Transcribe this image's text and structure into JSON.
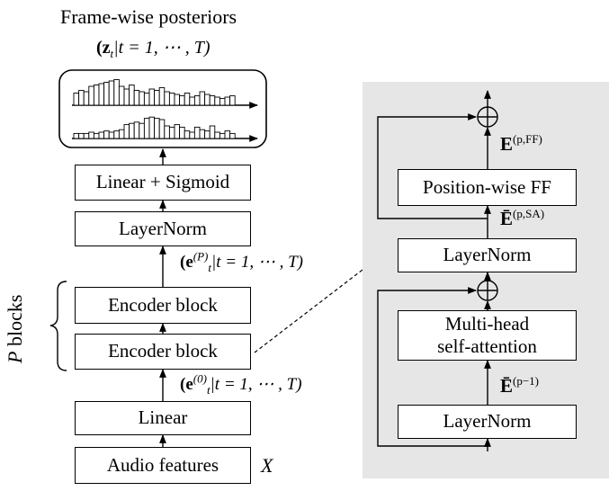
{
  "title": "Frame-wise posteriors",
  "left_column": {
    "posterior_label": {
      "a": "(z",
      "b": "t",
      "c": "|t = 1, ⋯ , T)"
    },
    "linear_sigmoid": "Linear + Sigmoid",
    "layernorm": "LayerNorm",
    "output_label": {
      "a": "(e",
      "sup": "(P)",
      "sub": "t",
      "b": "|t = 1, ⋯ , T)"
    },
    "encoder_block_top": "Encoder block",
    "encoder_block_bottom": "Encoder block",
    "p_blocks": {
      "var": "P",
      "text": " blocks"
    },
    "input_label": {
      "a": "(e",
      "sup": "(0)",
      "sub": "t",
      "b": "|t = 1, ⋯ , T)"
    },
    "linear": "Linear",
    "audio_features": "Audio features",
    "x_var": "X"
  },
  "encoder_detail": {
    "e_ff": {
      "base": "E",
      "sup": "(p,FF)"
    },
    "position_wise_ff": "Position-wise FF",
    "e_sa": {
      "base": "Ē",
      "sup": "(p,SA)"
    },
    "layernorm_top": "LayerNorm",
    "multi_head": "Multi-head",
    "self_attention": "self-attention",
    "e_prev": {
      "base": "Ē",
      "sup": "(p−1)"
    },
    "layernorm_bottom": "LayerNorm"
  },
  "posterior_bars": {
    "top": [
      0.45,
      0.55,
      0.5,
      0.7,
      0.75,
      0.8,
      0.85,
      0.9,
      0.95,
      0.7,
      0.6,
      0.75,
      0.55,
      0.5,
      0.45,
      0.6,
      0.55,
      0.65,
      0.5,
      0.45,
      0.4,
      0.35,
      0.45,
      0.3,
      0.35,
      0.5,
      0.4,
      0.35,
      0.3,
      0.25,
      0.3,
      0.35
    ],
    "bottom": [
      0.2,
      0.2,
      0.2,
      0.25,
      0.2,
      0.25,
      0.3,
      0.25,
      0.3,
      0.35,
      0.55,
      0.6,
      0.65,
      0.6,
      0.8,
      0.85,
      0.8,
      0.75,
      0.5,
      0.45,
      0.55,
      0.45,
      0.3,
      0.25,
      0.45,
      0.35,
      0.3,
      0.5,
      0.25,
      0.2,
      0.3,
      0.2
    ]
  }
}
